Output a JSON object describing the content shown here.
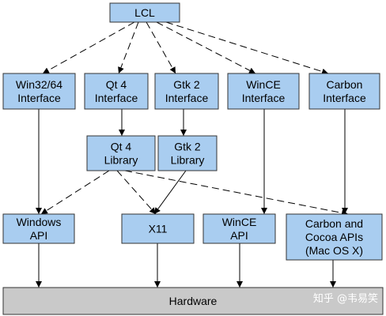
{
  "nodes": {
    "lcl": [
      "LCL"
    ],
    "win32_interface": [
      "Win32/64",
      "Interface"
    ],
    "qt4_interface": [
      "Qt 4",
      "Interface"
    ],
    "gtk2_interface": [
      "Gtk 2",
      "Interface"
    ],
    "wince_interface": [
      "WinCE",
      "Interface"
    ],
    "carbon_interface": [
      "Carbon",
      "Interface"
    ],
    "qt4_library": [
      "Qt 4",
      "Library"
    ],
    "gtk2_library": [
      "Gtk 2",
      "Library"
    ],
    "windows_api": [
      "Windows",
      "API"
    ],
    "x11": [
      "X11"
    ],
    "wince_api": [
      "WinCE",
      "API"
    ],
    "carbon_cocoa_api": [
      "Carbon and",
      "Cocoa APIs",
      "(Mac OS X)"
    ],
    "hardware": [
      "Hardware"
    ]
  },
  "edges": [
    {
      "from": "lcl",
      "to": "win32_interface",
      "style": "dashed"
    },
    {
      "from": "lcl",
      "to": "qt4_interface",
      "style": "dashed"
    },
    {
      "from": "lcl",
      "to": "gtk2_interface",
      "style": "dashed"
    },
    {
      "from": "lcl",
      "to": "wince_interface",
      "style": "dashed"
    },
    {
      "from": "lcl",
      "to": "carbon_interface",
      "style": "dashed"
    },
    {
      "from": "win32_interface",
      "to": "windows_api",
      "style": "solid"
    },
    {
      "from": "qt4_interface",
      "to": "qt4_library",
      "style": "solid"
    },
    {
      "from": "gtk2_interface",
      "to": "gtk2_library",
      "style": "solid"
    },
    {
      "from": "wince_interface",
      "to": "wince_api",
      "style": "solid"
    },
    {
      "from": "carbon_interface",
      "to": "carbon_cocoa_api",
      "style": "solid"
    },
    {
      "from": "qt4_library",
      "to": "windows_api",
      "style": "dashed"
    },
    {
      "from": "qt4_library",
      "to": "x11",
      "style": "dashed"
    },
    {
      "from": "qt4_library",
      "to": "carbon_cocoa_api",
      "style": "dashed"
    },
    {
      "from": "gtk2_library",
      "to": "x11",
      "style": "solid"
    },
    {
      "from": "windows_api",
      "to": "hardware",
      "style": "solid"
    },
    {
      "from": "x11",
      "to": "hardware",
      "style": "solid"
    },
    {
      "from": "wince_api",
      "to": "hardware",
      "style": "solid"
    },
    {
      "from": "carbon_cocoa_api",
      "to": "hardware",
      "style": "solid"
    }
  ],
  "watermark": "知乎 @韦易笑",
  "colors": {
    "box_fill": "#a9cdf0",
    "hardware_fill": "#c9c9c9",
    "line": "#000000"
  }
}
